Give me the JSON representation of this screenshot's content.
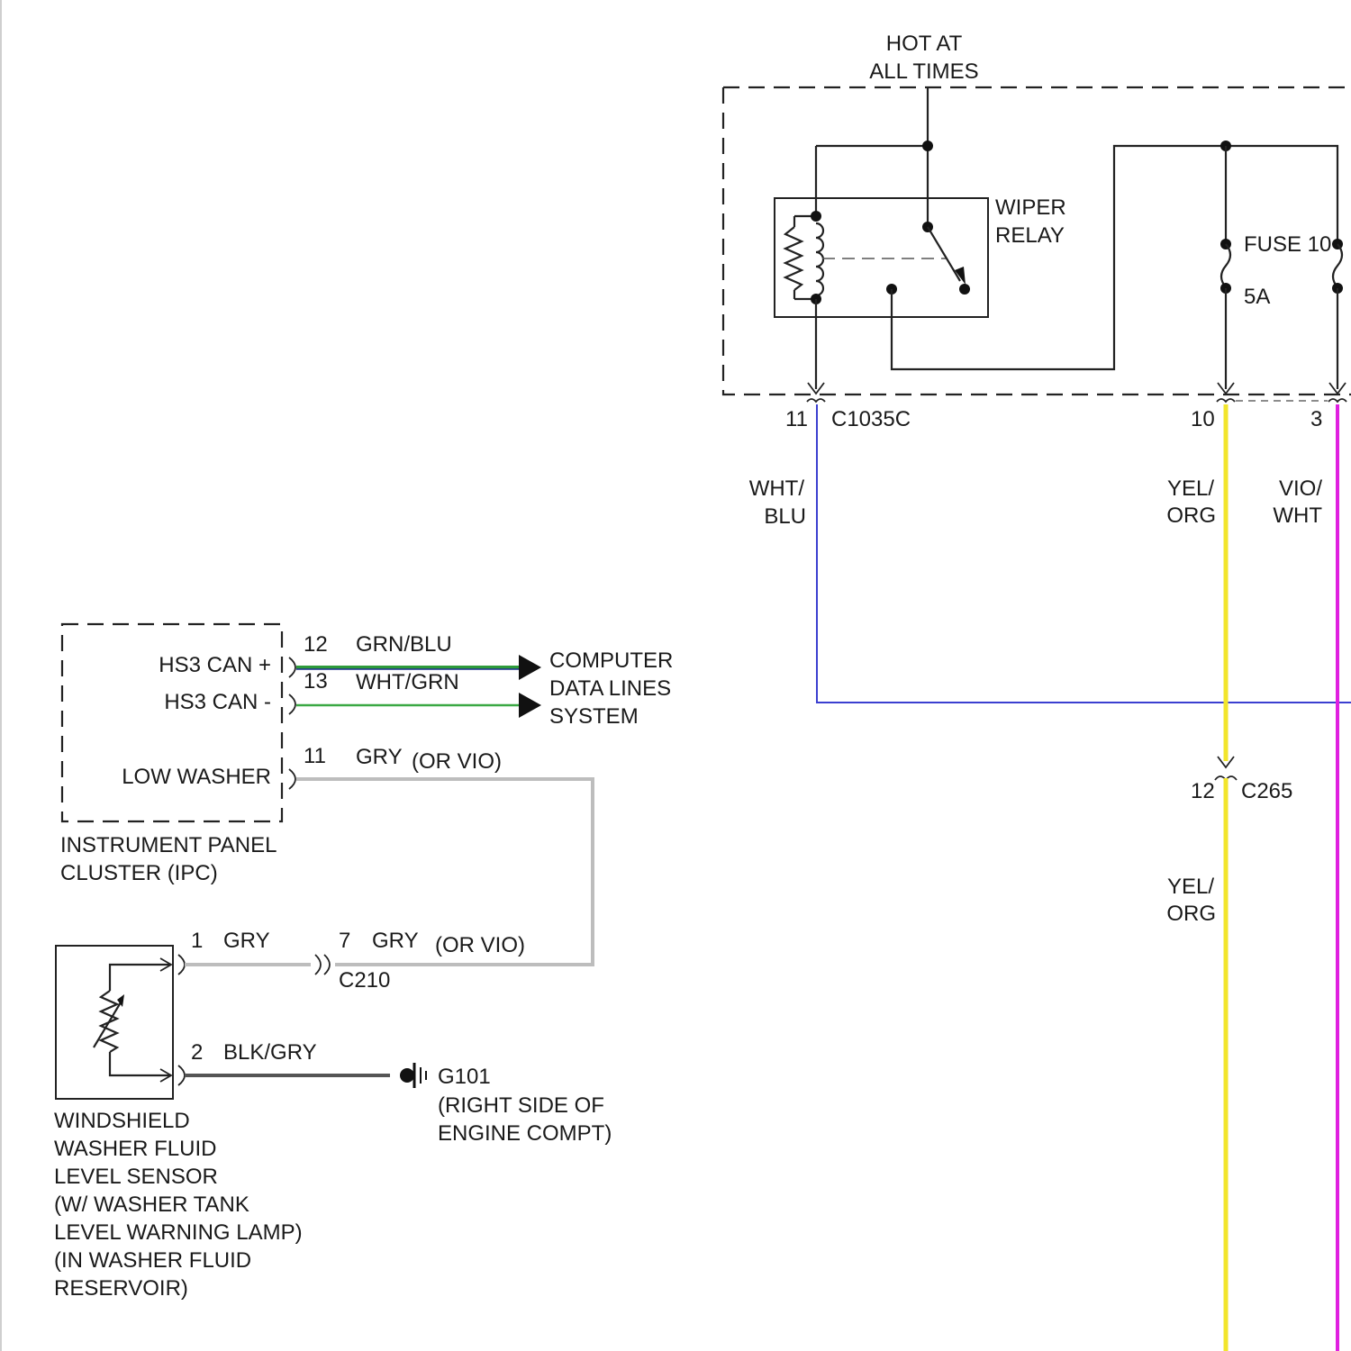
{
  "colors": {
    "wire_wht_blu": "#3b3fd0",
    "wire_yel_org": "#f2e52b",
    "wire_vio_wht": "#e020e0",
    "wire_grn_blu": "#2e9b3a",
    "wire_grn_blu_tracer": "#1f2f8f",
    "wire_wht_grn": "#3aa843",
    "wire_gry": "#bdbdbd",
    "wire_blk_gry": "#555555"
  },
  "labels": {
    "hot_at_all_times": [
      "HOT AT",
      "ALL TIMES"
    ],
    "wiper_relay": [
      "WIPER",
      "RELAY"
    ],
    "fuse": "FUSE 10",
    "fuse_rating": "5A",
    "connector_c1035c": "C1035C",
    "pin_11_top": "11",
    "pin_10": "10",
    "pin_3": "3",
    "wire_wht_blu": [
      "WHT/",
      "BLU"
    ],
    "wire_yel_org": [
      "YEL/",
      "ORG"
    ],
    "wire_vio_wht": [
      "VIO/",
      "WHT"
    ],
    "connector_c265": "C265",
    "pin_12_c265": "12",
    "wire_yel_org_lower": [
      "YEL/",
      "ORG"
    ],
    "ipc_pin_hs3_plus": "HS3 CAN +",
    "ipc_pin_hs3_minus": "HS3 CAN -",
    "ipc_pin_low_washer": "LOW WASHER",
    "pin_12": "12",
    "wire_grn_blu": "GRN/BLU",
    "pin_13": "13",
    "wire_wht_grn": "WHT/GRN",
    "computer_data_lines": [
      "COMPUTER",
      "DATA LINES",
      "SYSTEM"
    ],
    "pin_11": "11",
    "wire_gry": "GRY",
    "or_vio": "(OR VIO)",
    "ipc_name": [
      "INSTRUMENT PANEL",
      "CLUSTER (IPC)"
    ],
    "sensor_pin_1": "1",
    "sensor_wire_gry": "GRY",
    "c210_pin_7": "7",
    "c210_wire_gry": "GRY",
    "c210_or_vio": "(OR VIO)",
    "connector_c210": "C210",
    "sensor_pin_2": "2",
    "wire_blk_gry": "BLK/GRY",
    "ground_g101": [
      "G101",
      "(RIGHT SIDE OF",
      "ENGINE COMPT)"
    ],
    "sensor_name": [
      "WINDSHIELD",
      "WASHER FLUID",
      "LEVEL SENSOR",
      "(W/ WASHER TANK",
      "LEVEL WARNING LAMP)",
      "(IN WASHER FLUID",
      "RESERVOIR)"
    ]
  }
}
